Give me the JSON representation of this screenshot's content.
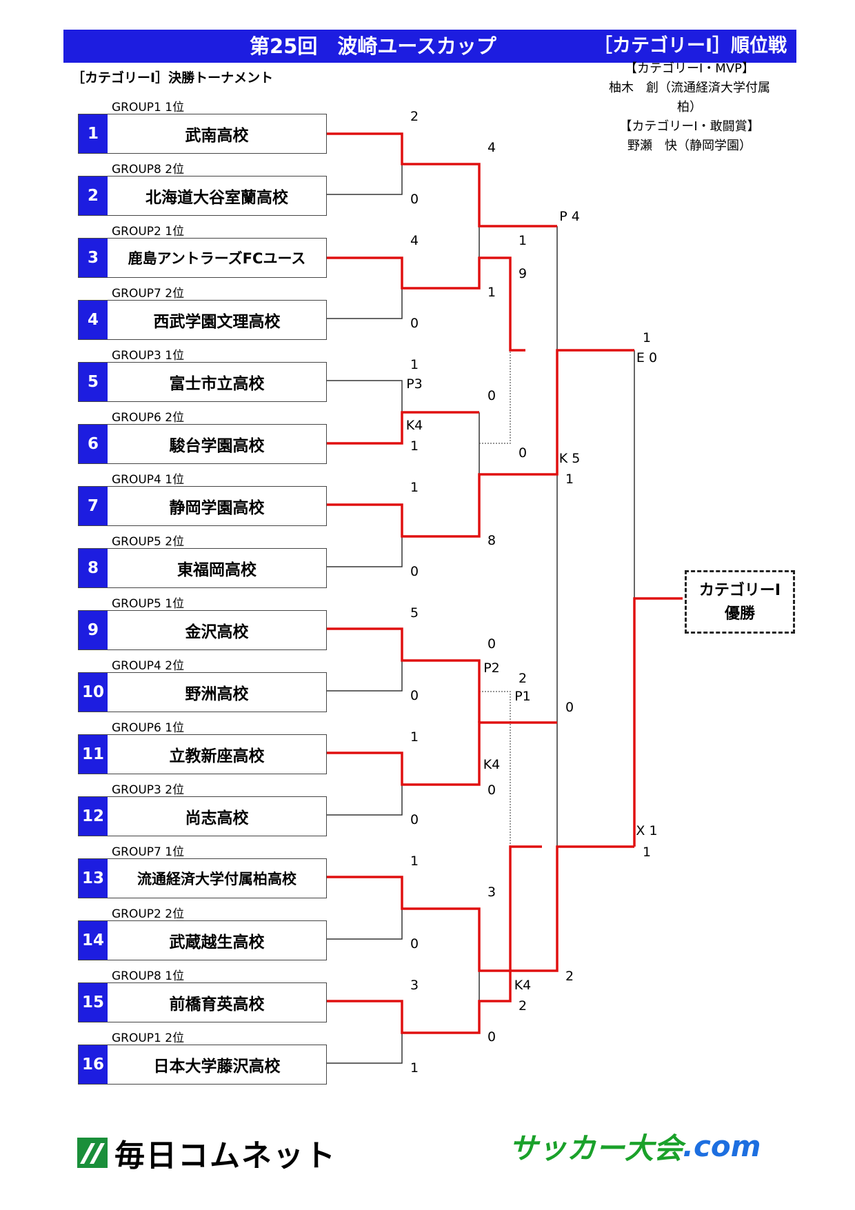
{
  "header": {
    "title": "第25回　波崎ユースカップ",
    "right": "［カテゴリーⅠ］順位戦"
  },
  "subtitle": "［カテゴリーⅠ］決勝トーナメント",
  "awards": {
    "mvp_label": "【カテゴリーⅠ・MVP】",
    "mvp_name": "柚木　創（流通経済大学付属柏）",
    "fight_label": "【カテゴリーⅠ・敢闘賞】",
    "fight_name": "野瀬　快（静岡学園）"
  },
  "teams": [
    {
      "seed": "1",
      "group": "GROUP1 1位",
      "name": "武南高校"
    },
    {
      "seed": "2",
      "group": "GROUP8 2位",
      "name": "北海道大谷室蘭高校"
    },
    {
      "seed": "3",
      "group": "GROUP2 1位",
      "name": "鹿島アントラーズFCユース"
    },
    {
      "seed": "4",
      "group": "GROUP7 2位",
      "name": "西武学園文理高校"
    },
    {
      "seed": "5",
      "group": "GROUP3 1位",
      "name": "富士市立高校"
    },
    {
      "seed": "6",
      "group": "GROUP6 2位",
      "name": "駿台学園高校"
    },
    {
      "seed": "7",
      "group": "GROUP4 1位",
      "name": "静岡学園高校"
    },
    {
      "seed": "8",
      "group": "GROUP5 2位",
      "name": "東福岡高校"
    },
    {
      "seed": "9",
      "group": "GROUP5 1位",
      "name": "金沢高校"
    },
    {
      "seed": "10",
      "group": "GROUP4 2位",
      "name": "野洲高校"
    },
    {
      "seed": "11",
      "group": "GROUP6 1位",
      "name": "立教新座高校"
    },
    {
      "seed": "12",
      "group": "GROUP3 2位",
      "name": "尚志高校"
    },
    {
      "seed": "13",
      "group": "GROUP7 1位",
      "name": "流通経済大学付属柏高校"
    },
    {
      "seed": "14",
      "group": "GROUP2 2位",
      "name": "武蔵越生高校"
    },
    {
      "seed": "15",
      "group": "GROUP8 1位",
      "name": "前橋育英高校"
    },
    {
      "seed": "16",
      "group": "GROUP1 2位",
      "name": "日本大学藤沢高校"
    }
  ],
  "scores": {
    "r1": [
      "2",
      "0",
      "4",
      "0",
      "1",
      "P3",
      "K4",
      "1",
      "1",
      "0",
      "5",
      "0",
      "1",
      "0",
      "1",
      "0",
      "3",
      "1"
    ],
    "r2": [
      "4",
      "1",
      "0",
      "8",
      "0",
      "P2",
      "K4",
      "0",
      "3",
      "0"
    ],
    "r3": [
      "1",
      "P 4",
      "9",
      "0",
      "K 5",
      "1",
      "2",
      "P1",
      "K4",
      "2",
      "0",
      "2"
    ],
    "sf": [
      "1",
      "E 0",
      "X 1",
      "1"
    ]
  },
  "champion": {
    "line1": "カテゴリーⅠ",
    "line2": "優勝"
  },
  "logos": {
    "left": "毎日コムネット",
    "right_a": "サッカー大会",
    "right_b": ".com"
  },
  "colors": {
    "accent": "#1d1de0",
    "winner_line": "#e01010",
    "line": "#333333"
  }
}
